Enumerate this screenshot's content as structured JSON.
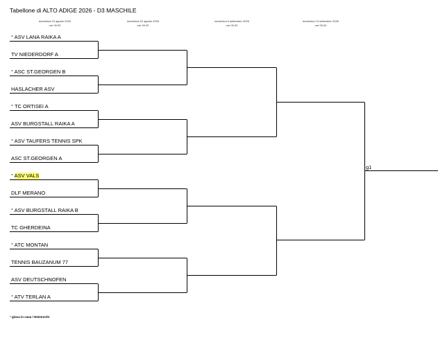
{
  "title": "Tabellone di ALTO ADIGE 2026 - D3 MASCHILE",
  "rounds": [
    {
      "date": "domenica 23 agosto 2026",
      "time": "ore 09.00"
    },
    {
      "date": "domenica 30 agosto 2026",
      "time": "ore 09.00"
    },
    {
      "date": "domenica 6 settembre 2026",
      "time": "ore 09.00"
    },
    {
      "date": "domenica 13 settembre 2026",
      "time": "ore 09.00"
    }
  ],
  "teams": [
    {
      "prefix": "° ",
      "name": "ASV LANA RAIKA A",
      "highlight": false
    },
    {
      "prefix": "",
      "name": "TV NIEDERDORF A",
      "highlight": false
    },
    {
      "prefix": "° ",
      "name": "ASC ST.GEORGEN B",
      "highlight": false
    },
    {
      "prefix": "",
      "name": "HASLACHER ASV",
      "highlight": false
    },
    {
      "prefix": "° ",
      "name": "TC ORTISEI  A",
      "highlight": false
    },
    {
      "prefix": "",
      "name": "ASV BURGSTALL RAIKA A",
      "highlight": false
    },
    {
      "prefix": "° ",
      "name": "ASV TAUFERS TENNIS SPK",
      "highlight": false
    },
    {
      "prefix": "",
      "name": "ASC ST.GEORGEN A",
      "highlight": false
    },
    {
      "prefix": "° ",
      "name": "ASV VALS",
      "highlight": true
    },
    {
      "prefix": "",
      "name": "DLF MERANO",
      "highlight": false
    },
    {
      "prefix": "° ",
      "name": "ASV BURGSTALL RAIKA B",
      "highlight": false
    },
    {
      "prefix": "",
      "name": "TC GHERDEINA",
      "highlight": false
    },
    {
      "prefix": "° ",
      "name": "ATC MONTAN",
      "highlight": false
    },
    {
      "prefix": "",
      "name": "TENNIS BAUZANUM 77",
      "highlight": false
    },
    {
      "prefix": "",
      "name": "ASV DEUTSCHNOFEN",
      "highlight": false
    },
    {
      "prefix": "° ",
      "name": "ATV TERLAN A",
      "highlight": false
    }
  ],
  "final_label": "g1",
  "footnote": "° gioca in casa / Heimrecht"
}
